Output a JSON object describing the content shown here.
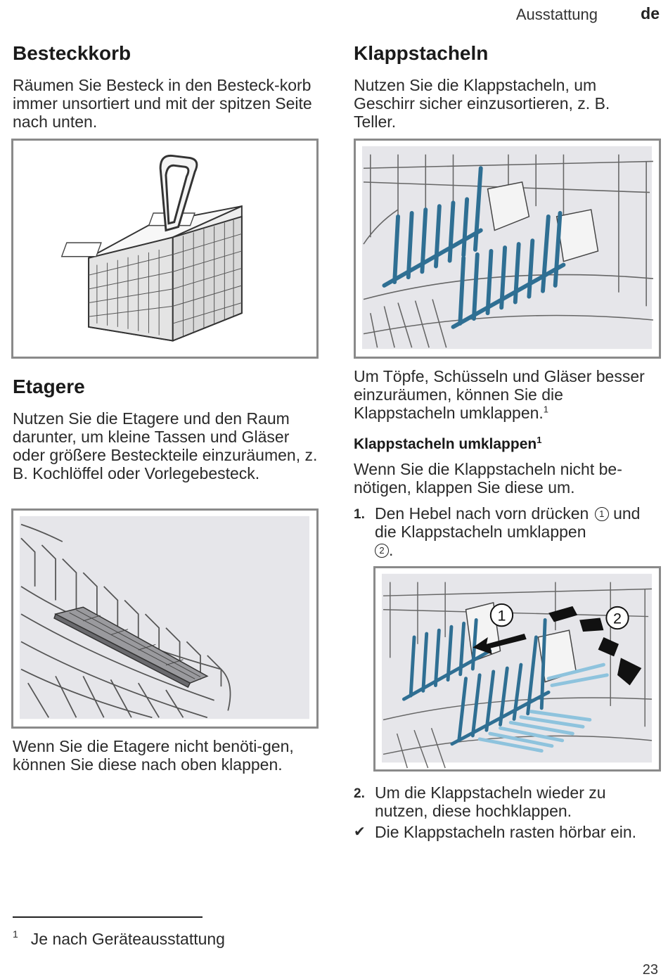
{
  "header": {
    "section": "Ausstattung",
    "lang": "de"
  },
  "besteckkorb": {
    "title": "Besteckkorb",
    "text": "Räumen Sie Besteck in den Besteck-korb immer unsortiert und mit der spitzen Seite nach unten."
  },
  "etagere": {
    "title": "Etagere",
    "text": "Nutzen Sie die Etagere und den Raum darunter, um kleine Tassen und Gläser oder größere Besteckteile einzuräumen, z. B. Kochlöffel oder Vorlegebesteck.",
    "text2": "Wenn Sie die Etagere nicht benöti-gen, können Sie diese nach oben klappen."
  },
  "klappstacheln": {
    "title": "Klappstacheln",
    "text": "Nutzen Sie die Klappstacheln, um Geschirr sicher einzusortieren, z. B. Teller.",
    "text2": "Um Töpfe, Schüsseln und Gläser besser einzuräumen, können Sie die Klappstacheln umklappen.",
    "text2_sup": "1",
    "subtitle": "Klappstacheln umklappen",
    "subtitle_sup": "1",
    "subtext": "Wenn Sie die Klappstacheln nicht be-nötigen, klappen Sie diese um.",
    "steps": [
      {
        "num": "1.",
        "text_a": "Den Hebel nach vorn drücken",
        "circ_a": "1",
        "text_b": "und die Klappstacheln umklappen",
        "circ_b": "2",
        "text_end": "."
      },
      {
        "num": "2.",
        "text": "Um die Klappstacheln wieder zu nutzen, diese hochklappen."
      }
    ],
    "result": {
      "mark": "✔",
      "text": "Die Klappstacheln rasten hörbar ein."
    },
    "figure_labels": [
      "1",
      "2"
    ]
  },
  "footnote": {
    "mark": "1",
    "text": "Je nach Geräteausstattung"
  },
  "page_number": "23",
  "colors": {
    "spike_blue": "#2f6f93",
    "spike_light": "#8ec3dd",
    "rack_grey": "#e6e6ea",
    "frame": "#8a8a8a"
  }
}
